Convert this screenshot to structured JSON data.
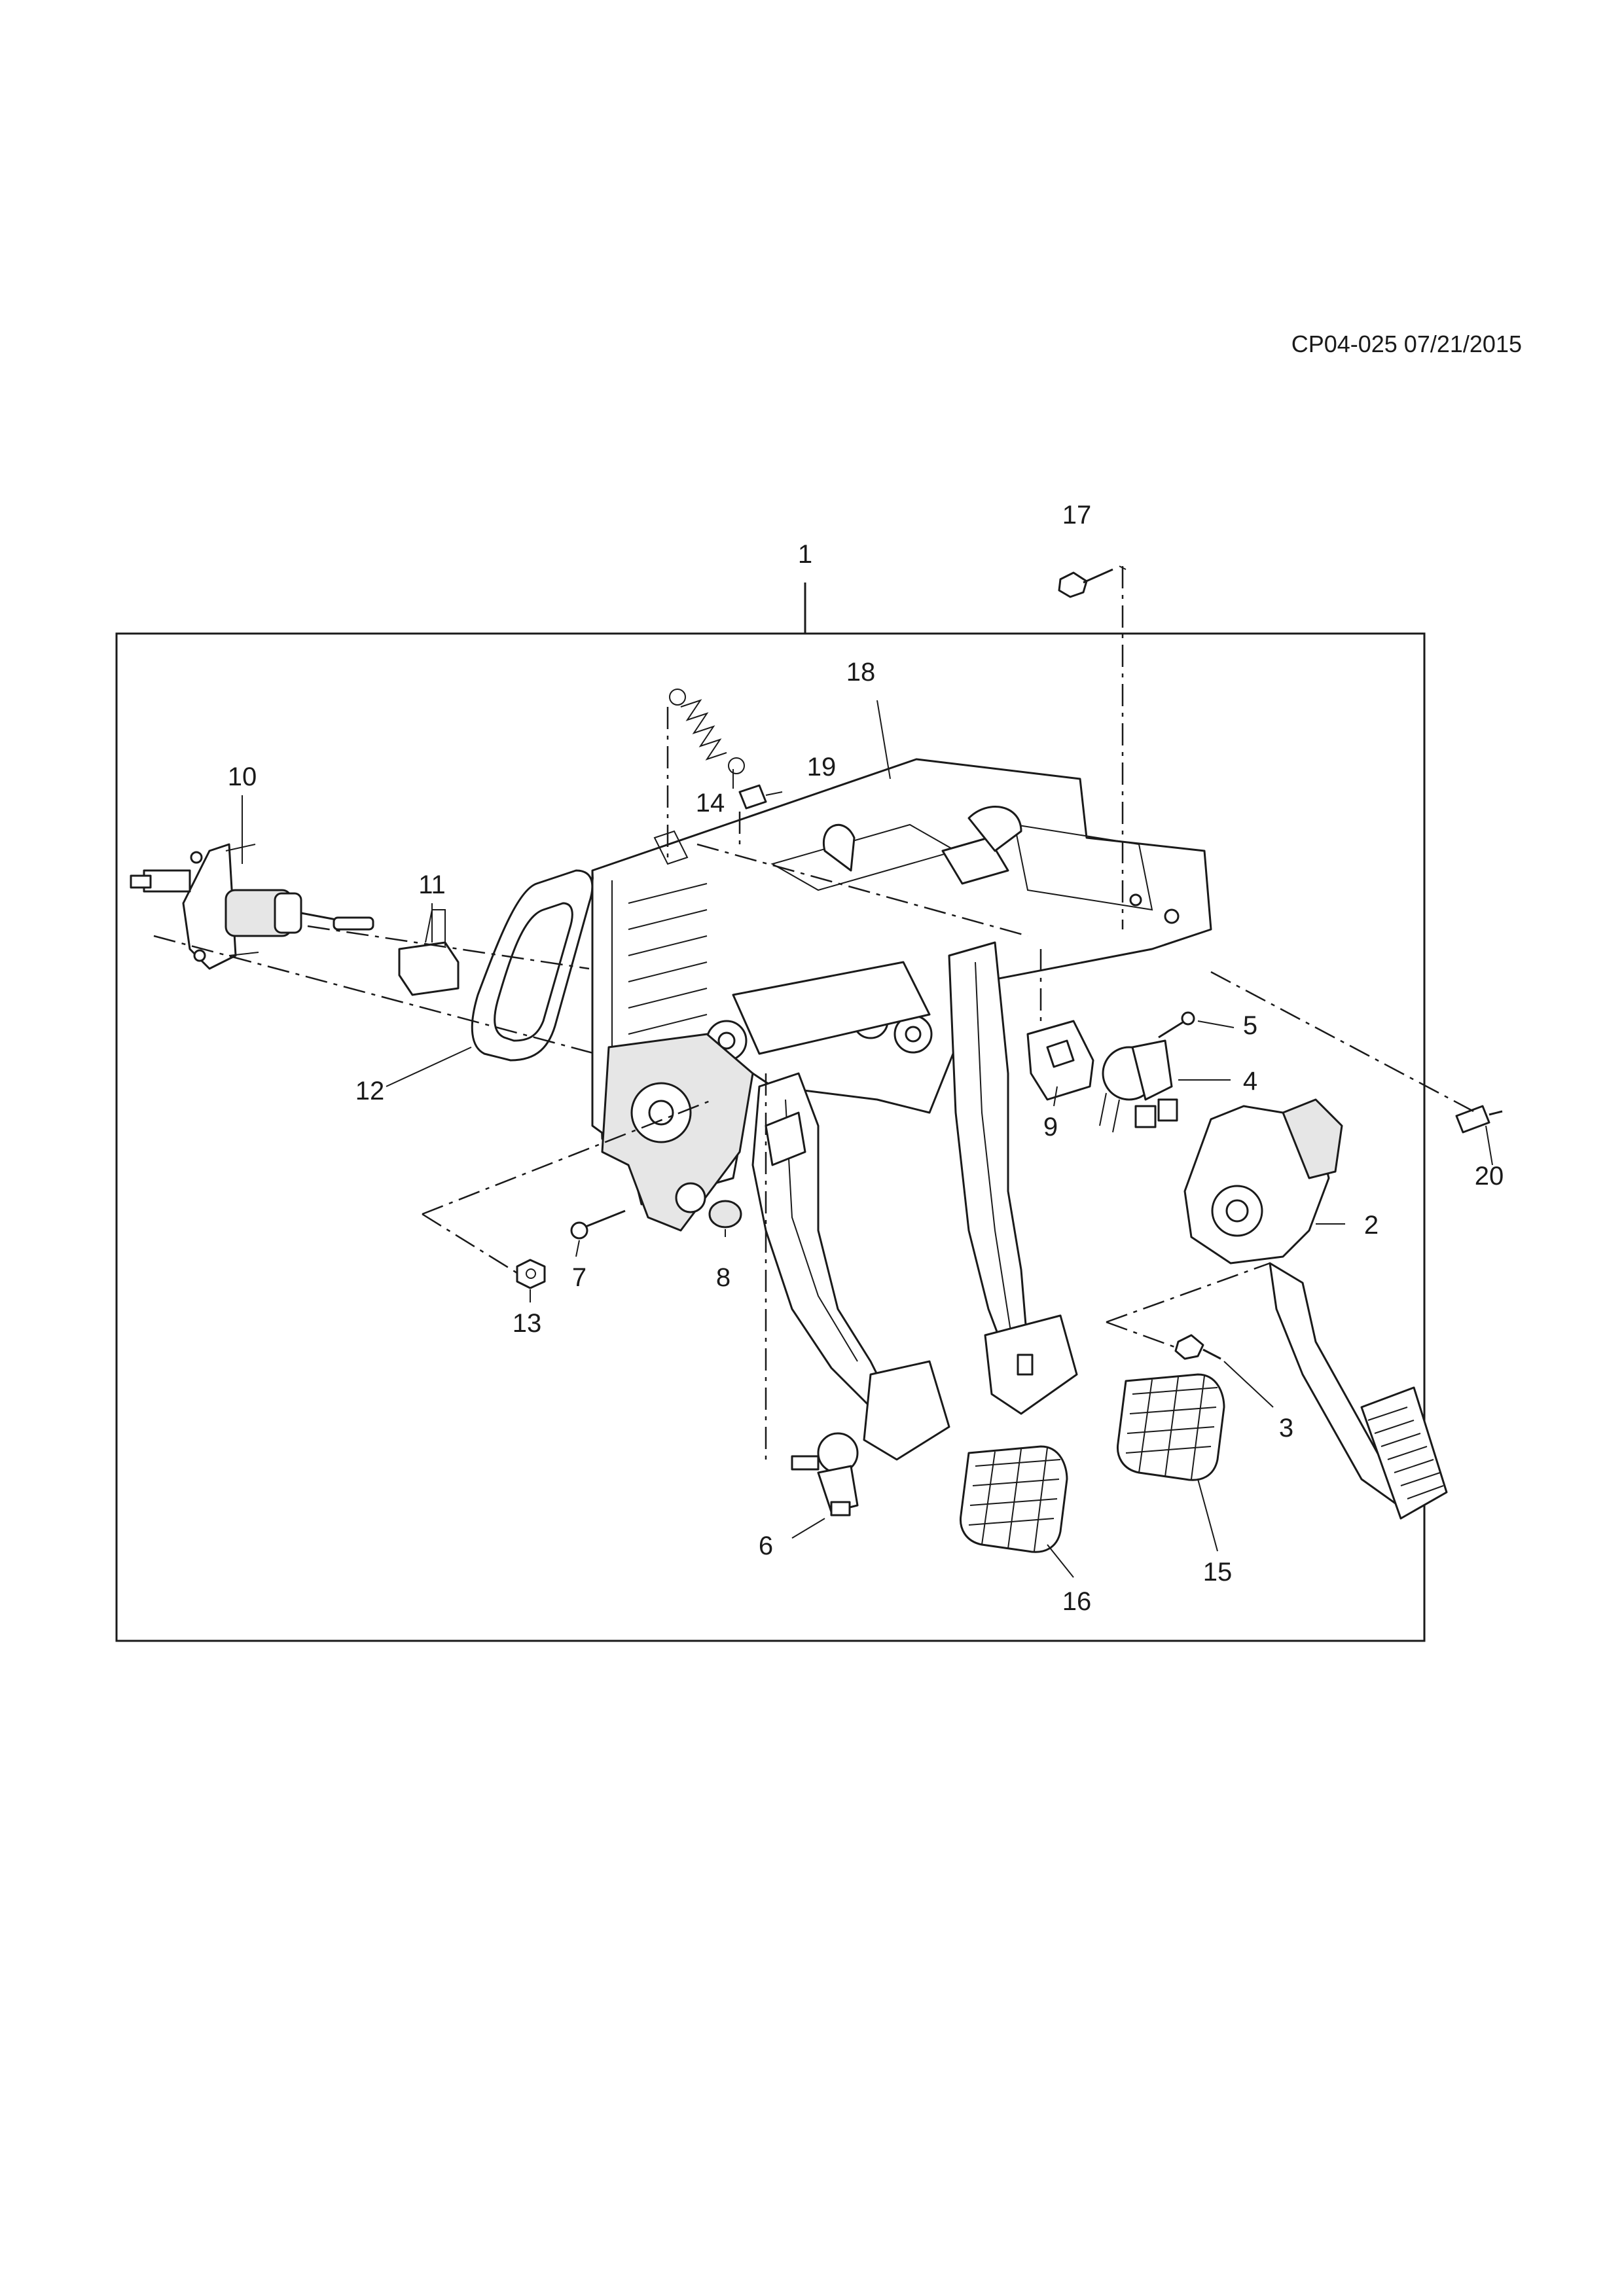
{
  "header": {
    "doc_code": "CP04-025 07/21/2015"
  },
  "callouts": {
    "c1": "1",
    "c2": "2",
    "c3": "3",
    "c4": "4",
    "c5": "5",
    "c6": "6",
    "c7": "7",
    "c8": "8",
    "c9": "9",
    "c10": "10",
    "c11": "11",
    "c12": "12",
    "c13": "13",
    "c14": "14",
    "c15": "15",
    "c16": "16",
    "c17": "17",
    "c18": "18",
    "c19": "19",
    "c20": "20"
  }
}
